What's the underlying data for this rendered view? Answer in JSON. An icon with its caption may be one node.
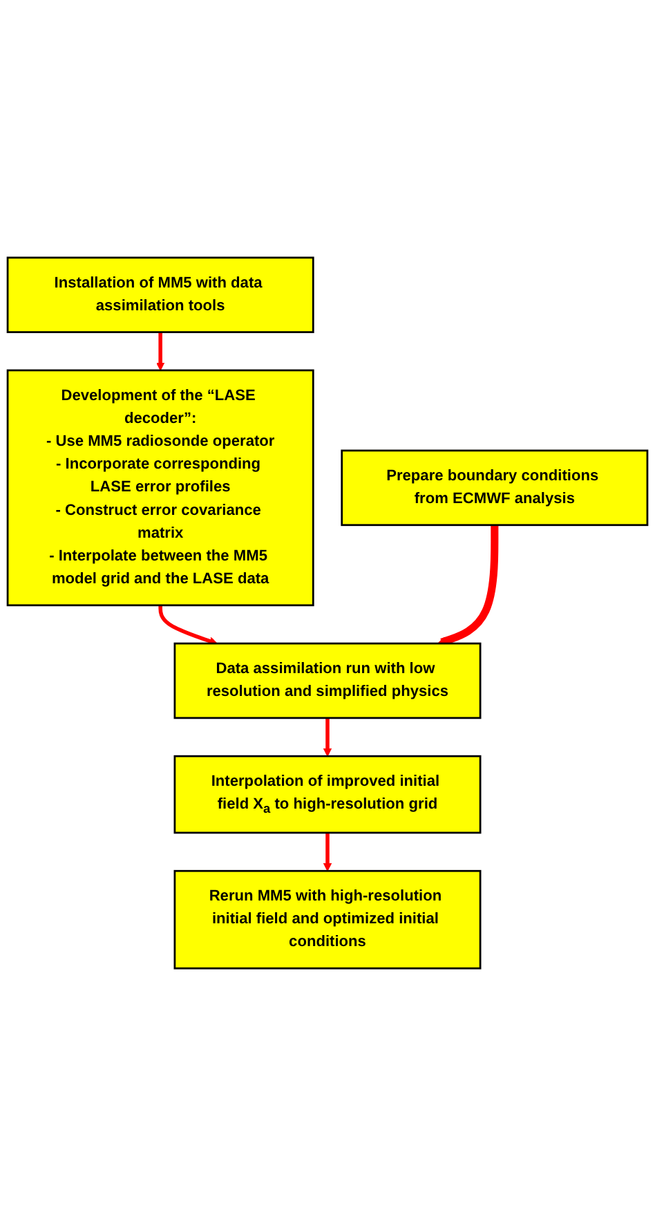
{
  "diagram": {
    "nodes": [
      {
        "text": [
          "Installation of MM5 with data assimilation tools"
        ]
      },
      {
        "text": [
          "Development of the “LASE decoder”:",
          "- Use MM5 radiosonde operator",
          "- Incorporate corresponding LASE error profiles",
          "- Construct error covariance matrix",
          "- Interpolate between the MM5 model grid and the LASE data"
        ]
      },
      {
        "text": [
          "Prepare boundary conditions from ECMWF analysis"
        ]
      },
      {
        "text": [
          "Data assimilation run with low resolution and simplified physics"
        ]
      },
      {
        "text": [
          "Interpolation of improved initial field X$_{a}$ to high-resolution grid"
        ]
      },
      {
        "text": [
          "Rerun MM5 with high-resolution initial field and optimized initial conditions"
        ]
      }
    ],
    "edges": [
      {
        "from": 0,
        "to": 1,
        "arrow": "to"
      },
      {
        "from": 1,
        "to": 3,
        "arrow": "to"
      },
      {
        "from": 2,
        "to": 3,
        "arrow": "to",
        "style": "thick"
      },
      {
        "from": 3,
        "to": 4,
        "arrow": "to"
      },
      {
        "from": 4,
        "to": 5,
        "arrow": "to"
      }
    ]
  }
}
